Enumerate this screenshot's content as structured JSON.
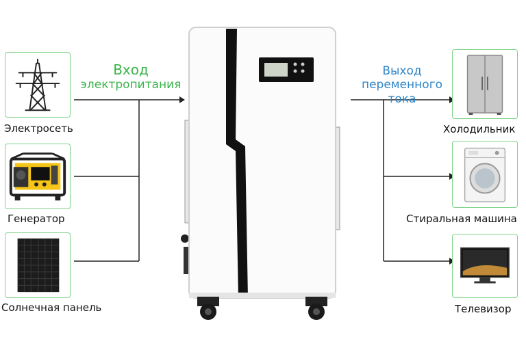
{
  "input": {
    "title_line1": "Вход",
    "title_line2": "электропитания",
    "sources": [
      {
        "label": "Электросеть",
        "icon": "power-tower-icon"
      },
      {
        "label": "Генератор",
        "icon": "generator-icon"
      },
      {
        "label": "Солнечная панель",
        "icon": "solar-panel-icon"
      }
    ]
  },
  "output": {
    "title_lines": [
      "Выход",
      "переменного",
      "тока"
    ],
    "loads": [
      {
        "label": "Холодильник",
        "icon": "refrigerator-icon"
      },
      {
        "label": "Стиральная машина",
        "icon": "washing-machine-icon"
      },
      {
        "label": "Телевизор",
        "icon": "television-icon"
      }
    ]
  },
  "colors": {
    "input_title": "#3bb54a",
    "output_title": "#2f86c8",
    "card_border": "#7fd38a",
    "wire": "#222222"
  }
}
